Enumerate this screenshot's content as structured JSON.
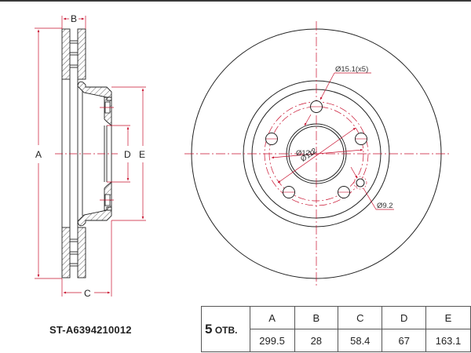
{
  "part_number": "ST-A6394210012",
  "side_view": {
    "dimension_labels": {
      "a": "A",
      "b": "B",
      "c": "C",
      "d": "D",
      "e": "E"
    }
  },
  "front_view": {
    "bolt_hole_label": "Ø15.1(x5)",
    "pcd_label": "Ø112",
    "hub_label": "Ø120",
    "small_hole_label": "Ø9.2"
  },
  "specs_table": {
    "holes_count": "5",
    "holes_label": "ОТВ.",
    "headers": [
      "A",
      "B",
      "C",
      "D",
      "E"
    ],
    "values": [
      "299.5",
      "28",
      "58.4",
      "67",
      "163.1"
    ]
  },
  "colors": {
    "line": "#1a1a1a",
    "dimension": "#c8102e"
  }
}
